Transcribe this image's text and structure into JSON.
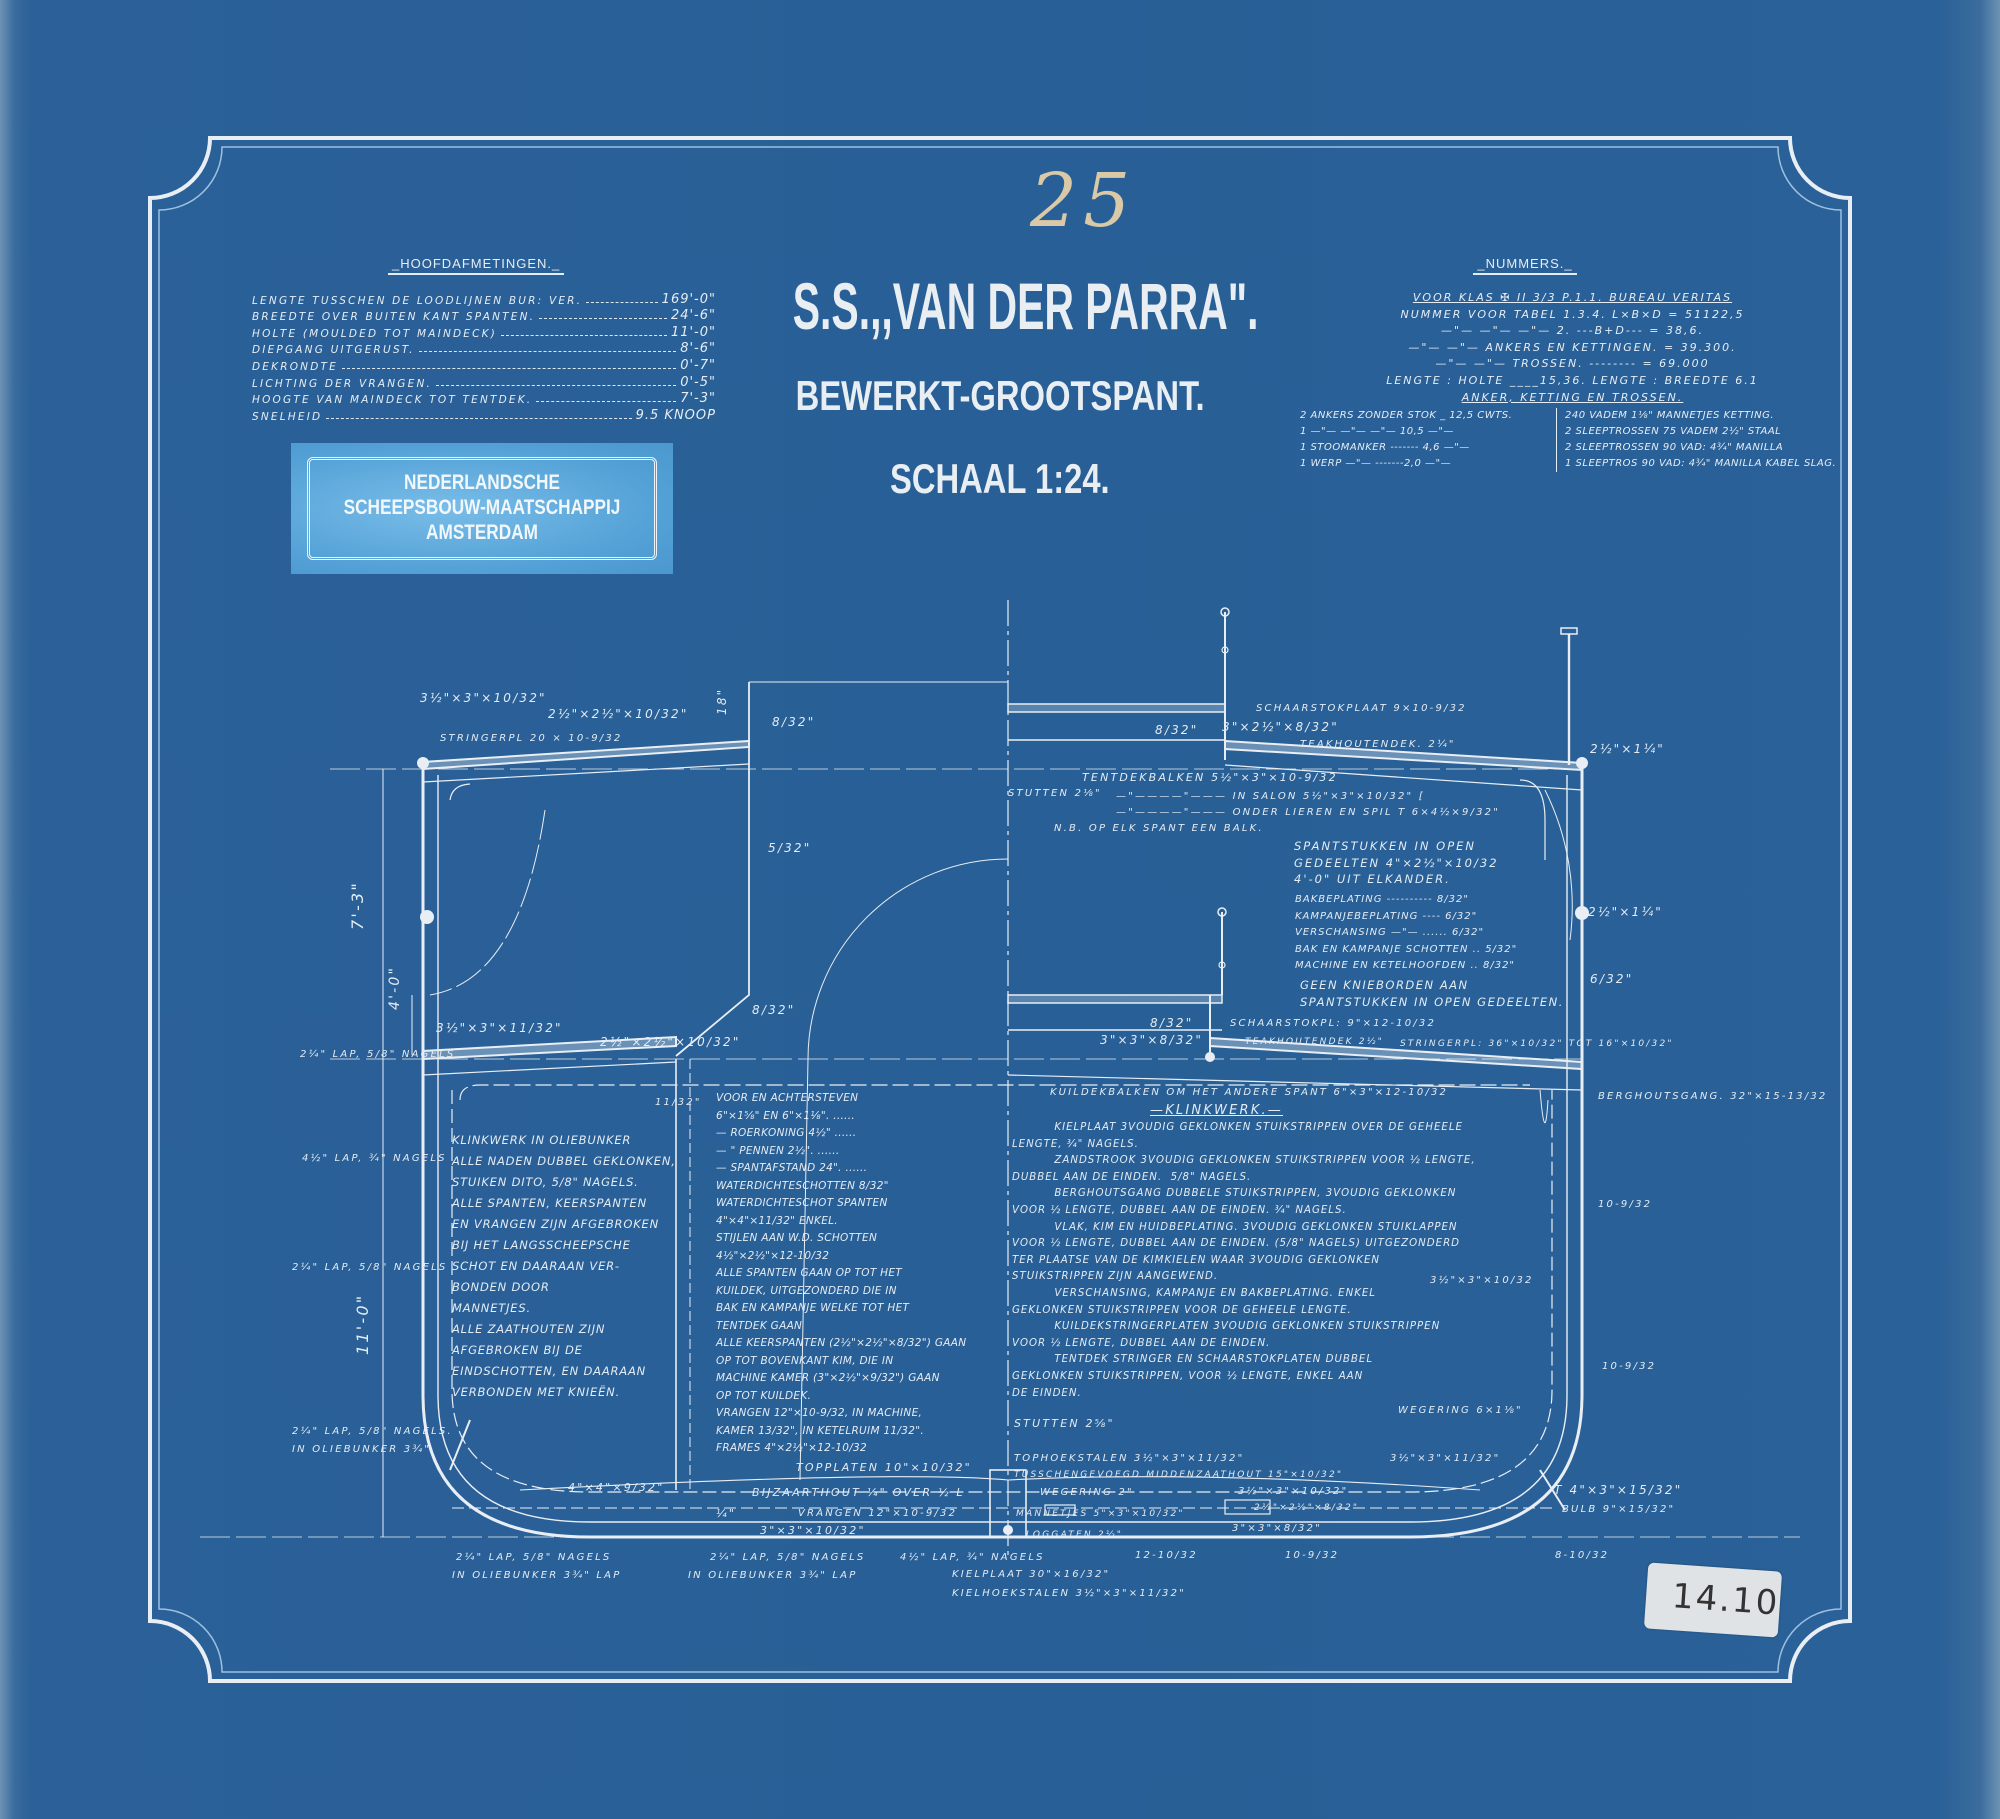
{
  "drawing_number": "25",
  "archive_label": "14.10",
  "title": {
    "ship": "S.S.,,VAN DER PARRA\".",
    "subtitle": "BEWERKT-GROOTSPANT.",
    "scale": "SCHAAL 1:24."
  },
  "main_dimensions": {
    "heading": "_HOOFDAFMETINGEN._",
    "rows": [
      {
        "label": "Lengte tusschen de loodlijnen  Bur: Ver.",
        "value": "169'-0\""
      },
      {
        "label": "Breedte over buiten kant spanten.",
        "value": "24'-6\""
      },
      {
        "label": "Holte (Moulded tot maindeck)",
        "value": "11'-0\""
      },
      {
        "label": "Diepgang uitgerust.",
        "value": "8'-6\""
      },
      {
        "label": "Dekrondte",
        "value": "0'-7\""
      },
      {
        "label": "Lichting der vrangen.",
        "value": "0'-5\""
      },
      {
        "label": "Hoogte van maindeck tot tentdek.",
        "value": "7'-3\""
      },
      {
        "label": "Snelheid",
        "value": "9.5 Knoop"
      }
    ]
  },
  "shipyard_plate": {
    "line1": "NEDERLANDSCHE",
    "line2": "SCHEEPSBOUW-MAATSCHAPPIJ",
    "line3": "AMSTERDAM"
  },
  "numbers": {
    "heading": "_NUMMERS._",
    "lines": [
      "Voor klas ✠ II 3/3 P.1.1. Bureau Veritas",
      "Nummer voor tabel 1.3.4.  L×B×D = 51122,5",
      "—\"— —\"— —\"— 2. ---B+D--- = 38,6.",
      "—\"— —\"— Ankers en kettingen. = 39.300.",
      "—\"— —\"— Trossen. -------- = 69.000",
      "Lengte : Holte ____15,36. Lengte : Breedte 6.1"
    ],
    "anchor_heading": "Anker, Ketting en Trossen.",
    "anchors_left": [
      "2 Ankers zonder stok _ 12,5 cwts.",
      "1 —\"— —\"— —\"— 10,5 —\"—",
      "1 Stoomanker ------- 4,6 —\"—",
      "1 Werp —\"— -------2,0 —\"—"
    ],
    "anchors_right": [
      "240 vadem 1⅛\" mannetjes ketting.",
      "2 Sleeptrossen 75 vadem 2½\" staal",
      "2 Sleeptrossen 90 vad: 4¾\" manilla",
      "1 Sleeptros 90 vad: 4¾\" manilla kabel slag."
    ]
  },
  "annotations": {
    "l_angle_top1": "3½\"×3\"×10/32\"",
    "l_angle_top2": "2½\"×2½\"×10/32\"",
    "l_stringer_top": "Stringerpl 20 × 10-9/32",
    "dim_18": "18\"",
    "plate_8_32_a": "8/32\"",
    "plate_5_32": "5/32\"",
    "plate_8_32_b": "8/32\"",
    "dim_7_3": "7'-3\"",
    "dim_4_0": "4'-0\"",
    "l_angle_main1": "3½\"×3\"×11/32\"",
    "l_angle_main2": "2½\"×2½\"×10/32\"",
    "lap_1": "2¼\" Lap, 5/8\" nagels",
    "lap_2": "4½\" Lap, ¾\" nagels",
    "lap_3": "2¼\" Lap, 5/8\" nagels",
    "dim_11_0": "11'-0\"",
    "lap_4a": "2¼\" Lap, 5/8\" nagels.",
    "lap_4b": "in oliebunker 3¾\"",
    "plate_11_32": "11/32\"",
    "angle_4x4": "4\"×4\"×9/32\"",
    "topplaten": "Topplaten 10\"×10/32\"",
    "bijzaarthout": "Bijzaarthout ¼\" over ½ L",
    "q_inch": "¼\"",
    "vrangen_bottom": "Vrangen 12\"×10-9/32",
    "angle_3x3_bottom": "3\"×3\"×10/32\"",
    "lap_b1a": "2¼\" Lap, 5/8\" nagels",
    "lap_b1b": "in oliebunker 3¾\" lap",
    "lap_b2a": "2¼\" Lap, 5/8\" nagels",
    "lap_b2b": "in oliebunker 3¾\" lap",
    "lap_b3": "4½\" Lap, ¾\" nagels",
    "kielplaat": "Kielplaat 30\"×16/32\"",
    "kielhoekstalen": "Kielhoekstalen 3½\"×3\"×11/32\"",
    "schaarstokplaat": "Schaarstokplaat 9×10-9/32",
    "r_8_32_top": "8/32\"",
    "r_angle_top": "3\"×2½\"×8/32\"",
    "teak_top": "Teakhoutendek. 2¼\"",
    "r_2x1_top": "2½\"×1¼\"",
    "tentdekbalken": "Tentdekbalken 5½\"×3\"×10-9/32",
    "stutten_top": "Stutten 2⅛\"",
    "salon": "—\"————\"——— in salon 5½\"×3\"×10/32\" [",
    "lieren": "—\"————\"——— onder lieren en spil T 6×4½×9/32\"",
    "nb_balk": "N.B. op elk spant een balk.",
    "r_2x1_mid": "2½\"×1¼\"",
    "r_6_32": "6/32\"",
    "r_8_32_mid": "8/32\"",
    "schaarstokpl_mid": "Schaarstokpl: 9\"×12-10/32",
    "r_angle_mid": "3\"×3\"×8/32\"",
    "teak_mid": "Teakhoutendek 2½\"",
    "stringerpl_mid": "Stringerpl: 36\"×10/32\" tot 16\"×10/32\"",
    "kuildekbalken": "Kuildekbalken om het andere spant 6\"×3\"×12-10/32",
    "berghoutsgang": "Berghoutsgang. 32\"×15-13/32",
    "r_10_9_a": "10-9/32",
    "r_10_9_b": "10-9/32",
    "r_angle_side": "3½\"×3\"×10/32",
    "wegering_side": "Wegering 6×1⅛\"",
    "stutten_low": "Stutten 2⅝\"",
    "tophoekstalen": "Tophoekstalen 3½\"×3\"×11/32\"",
    "middenzaathout": "Tusschengevoegd middenzaathout 15\"×10/32\"",
    "wegering_bottom": "Wegering 2\"",
    "angle_keel_a": "3½\"×3\"×10/32\"",
    "angle_bilge": "3½\"×3\"×11/32\"",
    "mannetjes": "Mannetjes 5\"×3\"×10/32\"",
    "angle_2x2": "2½\"×2½\"×8/32\"",
    "loggaten": "Loggaten 2½\"",
    "angle_3x3_keel": "3\"×3\"×8/32\"",
    "b_12_10": "12-10/32",
    "b_10_9": "10-9/32",
    "b_8_10": "8-10/32",
    "t_bar": "T 4\"×3\"×15/32\"",
    "bulb": "Bulb 9\"×15/32\""
  },
  "notes": {
    "oliebunker": [
      "Klinkwerk in oliebunker",
      "alle naden dubbel geklonken,",
      "stuiken dito, 5/8\" nagels.",
      "Alle spanten, keerspanten",
      "en vrangen zijn afgebroken",
      "bij het langsscheepsche",
      "schot en daaraan ver-",
      "bonden door",
      "mannetjes.",
      "Alle zaathouten zijn",
      "afgebroken bij de",
      "eindschotten, en daaraan",
      "verbonden met knieën."
    ],
    "center": [
      "Voor en achtersteven",
      "6\"×1⅝\" en 6\"×1⅛\". ......",
      "— Roerkoning 4½\" ......",
      "— \" Pennen 2½\". ......",
      "— Spantafstand 24\". ......",
      "Waterdichteschotten 8/32\"",
      "Waterdichteschot spanten",
      "4\"×4\"×11/32\" enkel.",
      "Stijlen aan W.D. schotten",
      "4½\"×2½\"×12-10/32",
      "Alle spanten gaan op tot het",
      "kuildek, uitgezonderd die in",
      "bak en kampanje welke tot het",
      "tentdek gaan",
      "Alle keerspanten (2½\"×2½\"×8/32\") gaan",
      "op tot bovenkant kim, die in",
      "machine kamer (3\"×2½\"×9/32\") gaan",
      "op tot kuildek.",
      "Vrangen 12\"×10-9/32, in machine,",
      "kamer 13/32\", in ketelruim 11/32\".",
      "Frames 4\"×2½\"×12-10/32"
    ],
    "spantstukken": [
      "Spantstukken in open",
      "gedeelten 4\"×2½\"×10/32",
      "4'-0\" uit elkander."
    ],
    "plating": [
      "Bakbeplating ---------- 8/32\"",
      "Kampanjebeplating ---- 6/32\"",
      "Verschansing —\"— ...... 6/32\"",
      "Bak en kampanje schotten .. 5/32\"",
      "Machine en ketelhoofden .. 8/32\""
    ],
    "knieborden": [
      "Geen knieborden aan",
      "spantstukken in open gedeelten."
    ],
    "klinkwerk_heading": "—KLINKWERK.—",
    "klinkwerk": [
      "          Kielplaat 3voudig geklonken stuikstrippen over de geheele",
      "lengte, ¾\" nagels.",
      "          Zandstrook 3voudig geklonken stuikstrippen voor ½ lengte,",
      "dubbel aan de einden.  5/8\" nagels.",
      "          Berghoutsgang dubbele stuikstrippen, 3voudig geklonken",
      "voor ½ lengte, dubbel aan de einden. ¾\" nagels.",
      "          Vlak, kim en huidbeplating. 3voudig geklonken stuiklappen",
      "voor ½ lengte, dubbel aan de einden. (5/8\" nagels) uitgezonderd",
      "ter plaatse van de kimkielen waar 3voudig geklonken",
      "stuikstrippen zijn aangewend.",
      "          Verschansing, kampanje en bakbeplating. enkel",
      "geklonken stuikstrippen voor de geheele lengte.",
      "          Kuildekstringerplaten 3voudig geklonken stuikstrippen",
      "voor ½ lengte, dubbel aan de einden.",
      "          Tentdek stringer en schaarstokplaten dubbel",
      "geklonken stuikstrippen, voor ½ lengte, enkel aan",
      "de einden."
    ]
  },
  "colors": {
    "paper": "#285f96",
    "ink": "#e4ecf4",
    "plate": "#5fa8dc",
    "pencil": "#d9c9a6"
  }
}
